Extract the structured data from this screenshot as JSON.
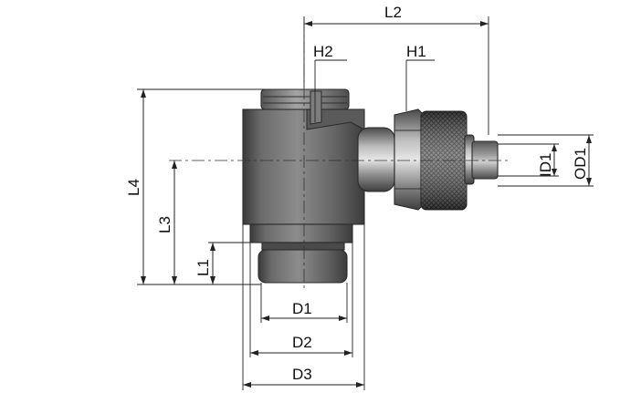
{
  "drawing": {
    "dimensions": {
      "L1": "L1",
      "L2": "L2",
      "L3": "L3",
      "L4": "L4",
      "H1": "H1",
      "H2": "H2",
      "D1": "D1",
      "D2": "D2",
      "D3": "D3",
      "ID1": "ID1",
      "OD1": "OD1"
    }
  }
}
